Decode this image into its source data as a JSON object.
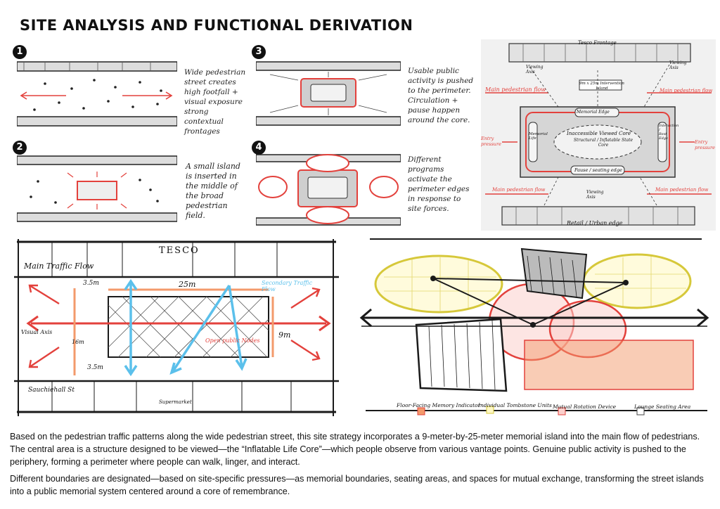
{
  "title": "SITE ANALYSIS AND FUNCTIONAL DERIVATION",
  "steps": [
    {
      "number": "1",
      "note": "Wide pedestrian street creates high footfall + visual exposure strong contextual frontages"
    },
    {
      "number": "2",
      "note": "A small island is inserted in the middle of the broad pedestrian field."
    },
    {
      "number": "3",
      "note": "Usable public activity is pushed to the perimeter. Circulation + pause happen around the core."
    },
    {
      "number": "4",
      "note": "Different programs activate the perimeter edges in response to site forces."
    }
  ],
  "top_plan": {
    "frontage_top": "Tesco Frontage",
    "island_label": "9m x 25m Intervention Island",
    "main_flow": "Main pedestrian flow",
    "entry_pressure": "Entry pressure",
    "memorial_edge": "Memorial Edge",
    "core": "Inaccessible Viewed Core",
    "core_sub": "Structural / Inflatable State Core",
    "memorial_life": "Memorial Life",
    "interaction_edge": "Interaction / Rest Edge",
    "pause_edge": "Pause / seating edge",
    "viewing_axis": "Viewing Axis",
    "retail_edge": "Retail / Urban edge"
  },
  "left_plan": {
    "tesco": "TESCO",
    "main_traffic": "Main Traffic Flow",
    "secondary_flow": "Secondary Traffic Flow",
    "dim_25": "25m",
    "dim_35_top": "3.5m",
    "dim_35_bottom": "3.5m",
    "dim_9": "9m",
    "dim_16": "16m",
    "visual_axis": "Visual Axis",
    "open_public": "Open public Nodes",
    "sauchiehall": "Sauchiehall St",
    "supermarket": "Supermarket"
  },
  "legend": [
    {
      "label": "Floor-Facing Memory Indicator",
      "color": "#e85a4f"
    },
    {
      "label": "Individual Tombstone Units",
      "color": "#d9c93a"
    },
    {
      "label": "Mutual Rotation Device",
      "color": "#e85a4f"
    },
    {
      "label": "Lounge Seating Area",
      "color": "#444444"
    }
  ],
  "colors": {
    "red": "#e3413c",
    "orange": "#f39a6b",
    "blue": "#5bc0eb",
    "yellow": "#d6c83a",
    "ink": "#1a1a1a"
  },
  "caption": {
    "p1": "Based on the pedestrian traffic patterns along the wide pedestrian street, this site strategy incorporates a 9-meter-by-25-meter memorial island into the main flow of pedestrians. The central area is a structure designed to be viewed—the “Inflatable Life Core”—which people observe from various vantage points. Genuine public activity is pushed to the periphery, forming a perimeter where people can walk, linger, and interact.",
    "p2": "Different boundaries are designated—based on site-specific pressures—as memorial boundaries, seating areas, and spaces for mutual exchange, transforming the street islands into a public memorial system centered around a core of remembrance."
  }
}
